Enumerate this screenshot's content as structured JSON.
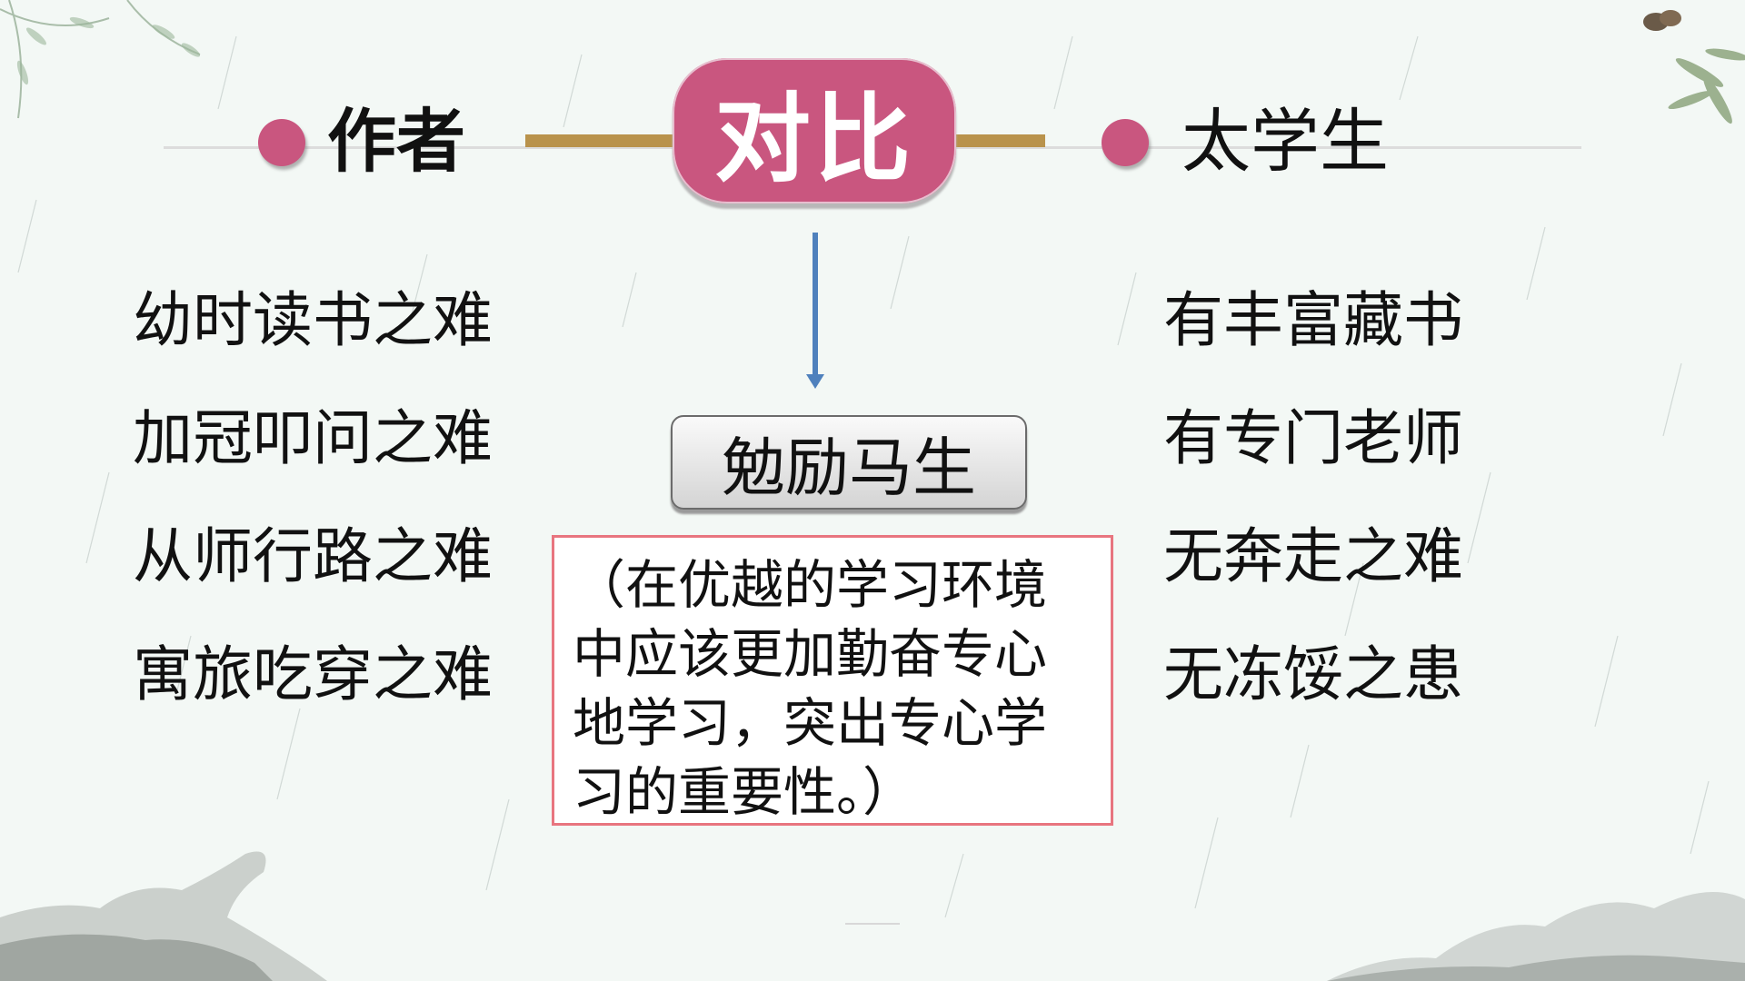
{
  "header": {
    "left_title": "作者",
    "center_title": "对比",
    "right_title": "太学生"
  },
  "left_items": [
    "幼时读书之难",
    "加冠叩问之难",
    "从师行路之难",
    "寓旅吃穿之难"
  ],
  "right_items": [
    "有丰富藏书",
    "有专门老师",
    "无奔走之难",
    "无冻馁之患"
  ],
  "conclusion": "勉励马生",
  "note": "（在优越的学习环境中应该更加勤奋专心地学习，突出专心学习的重要性。）",
  "colors": {
    "accent_pink": "#c9567f",
    "gold_bar": "#b9934c",
    "arrow_blue": "#4f81bd",
    "note_border": "#e8757f"
  }
}
